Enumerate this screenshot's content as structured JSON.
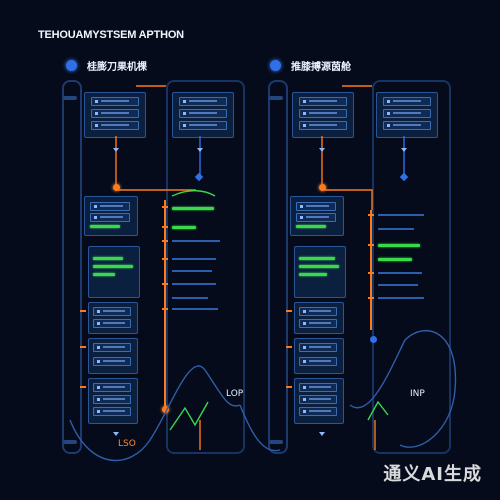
{
  "title": "TEHOUAMYSTSEM APTHON",
  "left_panel": {
    "label": "桂膨刀果机棵",
    "bottom_label": "LSO",
    "side_label": "LOP"
  },
  "right_panel": {
    "label": "推膝搏源茵舱",
    "side_label": "INP"
  },
  "watermark": "通义AI生成",
  "colors": {
    "background": "#050b1a",
    "box": "#0b1f3e",
    "accent_orange": "#ff7a1a",
    "accent_green": "#38d94b",
    "accent_blue": "#2f6fe8"
  }
}
